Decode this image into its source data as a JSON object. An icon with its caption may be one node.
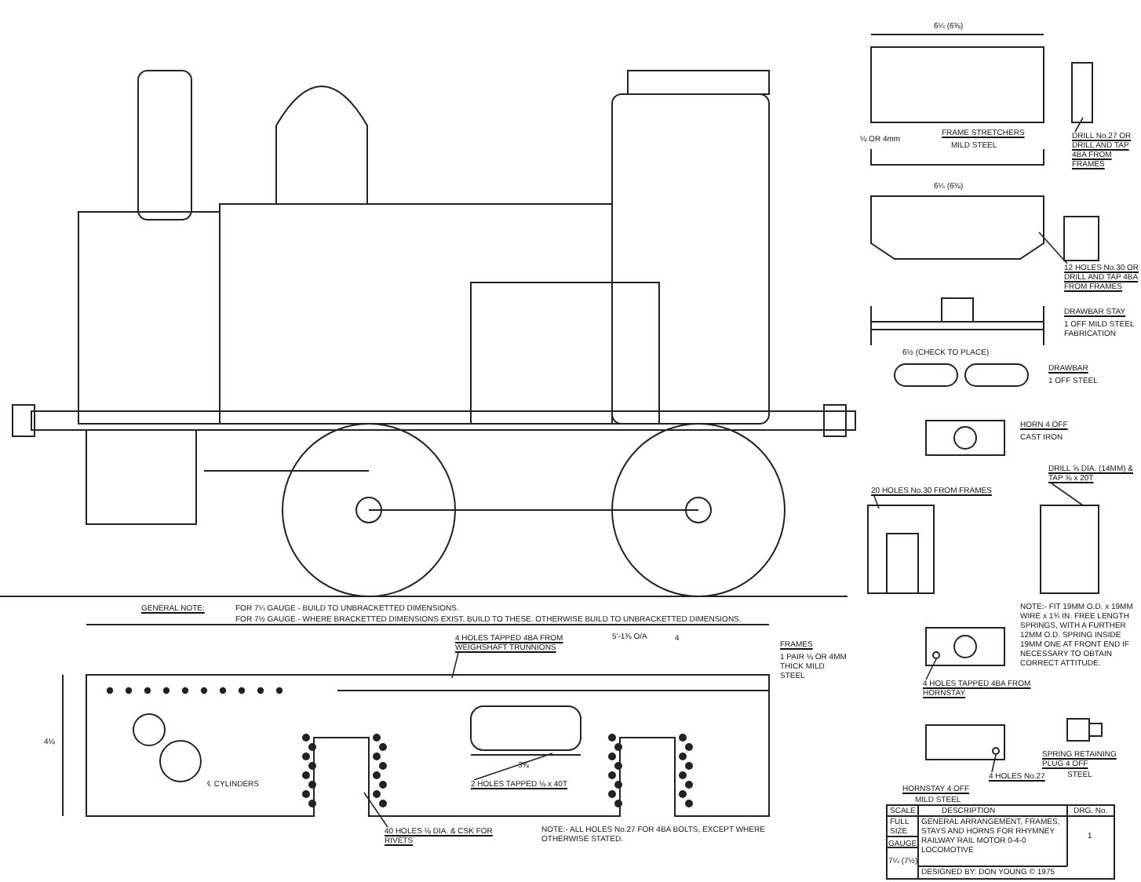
{
  "diagram": {
    "nodes": [
      {
        "text": [
          "4 HOLES TAPPED 4BA FROM WEIGHSHAFT TRUNNIONS"
        ]
      },
      {
        "text": [
          "40 HOLES ⅛ DIA. & CSK FOR RIVETS"
        ]
      },
      {
        "text": [
          "2 HOLES TAPPED ⅛ x 40T"
        ]
      },
      {
        "text": [
          "DRILL No.27 OR DRILL AND TAP 4BA FROM FRAMES"
        ]
      },
      {
        "text": [
          "12 HOLES No.30 OR DRILL AND TAP 4BA FROM FRAMES"
        ]
      },
      {
        "text": [
          "DRILL ⅝ DIA. (14MM) & TAP ⅝ x 20T"
        ]
      },
      {
        "text": [
          "20 HOLES No.30 FROM FRAMES"
        ]
      },
      {
        "text": [
          "4 HOLES TAPPED 4BA FROM HORNSTAY"
        ]
      },
      {
        "text": [
          "4 HOLES No.27"
        ]
      },
      {
        "text": [],
        "shape": "circle"
      },
      {
        "text": [],
        "shape": "circle"
      }
    ],
    "edges": [
      {
        "from": 0,
        "to": null,
        "arrow": "none"
      },
      {
        "from": 1,
        "to": null,
        "arrow": "none"
      },
      {
        "from": 2,
        "to": null,
        "arrow": "none"
      },
      {
        "from": 3,
        "to": null,
        "arrow": "none"
      },
      {
        "from": 4,
        "to": null,
        "arrow": "none"
      },
      {
        "from": 5,
        "to": null,
        "arrow": "none"
      },
      {
        "from": 6,
        "to": null,
        "arrow": "none"
      },
      {
        "from": 7,
        "to": 9,
        "arrow": "none"
      },
      {
        "from": 8,
        "to": 10,
        "arrow": "none"
      }
    ],
    "labels": [
      "GENERAL NOTE:",
      "FOR 7¼ GAUGE - BUILD TO UNBRACKETTED DIMENSIONS.",
      "FOR 7½ GAUGE - WHERE BRACKETTED DIMENSIONS EXIST, BUILD TO THESE. OTHERWISE BUILD TO UNBRACKETTED DIMENSIONS.",
      "5'-1⅜ O/A",
      "℄ CYLINDERS",
      "NOTE:- ALL HOLES No.27 FOR 4BA BOLTS, EXCEPT WHERE OTHERWISE STATED.",
      "FRAMES",
      "1 PAIR ⅛ OR 4MM THICK MILD STEEL",
      "4⅛",
      "4",
      "3⅜",
      "FRAME STRETCHERS",
      "MILD STEEL",
      "6¼ (6⅜)",
      "⅛ OR 4mm",
      "6¼ (6⅜)",
      "DRAWBAR STAY",
      "1 OFF MILD STEEL FABRICATION",
      "6½ (CHECK TO PLACE)",
      "DRAWBAR",
      "1 OFF STEEL",
      "HORN 4 OFF",
      "CAST IRON",
      "NOTE:- FIT 19MM O.D. x 19MM WIRE x 1¾ IN. FREE LENGTH SPRINGS, WITH A FURTHER 12MM O.D. SPRING INSIDE 19MM ONE AT FRONT END IF NECESSARY TO OBTAIN CORRECT ATTITUDE.",
      "HORNSTAY 4 OFF",
      "MILD STEEL",
      "SPRING RETAINING PLUG 4 OFF",
      "STEEL",
      "SCALE",
      "DESCRIPTION",
      "DRG. No.",
      "FULL SIZE",
      "GENERAL ARRANGEMENT, FRAMES, STAYS AND HORNS FOR RHYMNEY RAILWAY RAIL MOTOR 0-4-0 LOCOMOTIVE",
      "1",
      "GAUGE",
      "7¼ (7½)",
      "DESIGNED BY: DON YOUNG © 1975"
    ]
  }
}
